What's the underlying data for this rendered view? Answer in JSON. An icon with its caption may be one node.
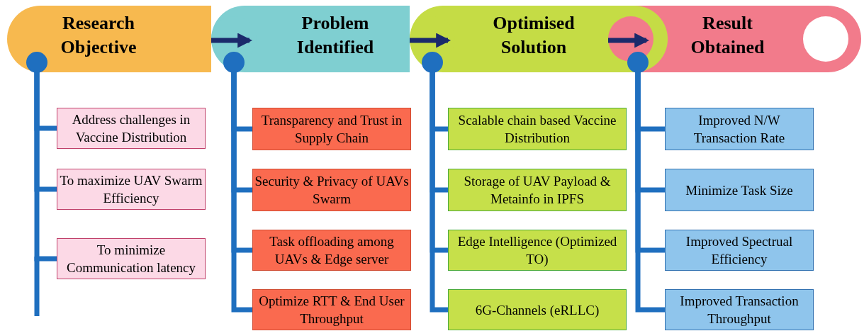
{
  "diagram": {
    "nodes": [
      {
        "text": [
          "Research Objective"
        ]
      },
      {
        "text": [
          "Address challenges in Vaccine Distribution"
        ]
      },
      {
        "text": [
          "To maximize UAV Swarm Efficiency"
        ]
      },
      {
        "text": [
          "To minimize Communication latency"
        ]
      },
      {
        "text": [
          "Problem Identified"
        ]
      },
      {
        "text": [
          "Transparency and Trust in Supply Chain"
        ]
      },
      {
        "text": [
          "Security & Privacy of UAVs Swarm"
        ]
      },
      {
        "text": [
          "Task offloading among UAVs & Edge server"
        ]
      },
      {
        "text": [
          "Optimize RTT & End User Throughput"
        ]
      },
      {
        "text": [
          "Optimised Solution"
        ]
      },
      {
        "text": [
          "Scalable chain based Vaccine Distribution"
        ]
      },
      {
        "text": [
          "Storage of UAV Payload & Metainfo in IPFS"
        ]
      },
      {
        "text": [
          "Edge Intelligence (Optimized TO)"
        ]
      },
      {
        "text": [
          "6G-Channels (eRLLC)"
        ]
      },
      {
        "text": [
          "Result Obtained"
        ]
      },
      {
        "text": [
          "Improved N/W Transaction Rate"
        ]
      },
      {
        "text": [
          "Minimize Task Size"
        ]
      },
      {
        "text": [
          "Improved Spectrual Efficiency"
        ]
      },
      {
        "text": [
          "Improved Transaction Throughput"
        ]
      }
    ],
    "edges": [
      {
        "from": 0,
        "to": 4,
        "arrow": "to",
        "color": "#1b2a6b"
      },
      {
        "from": 4,
        "to": 9,
        "arrow": "to",
        "color": "#1b2a6b"
      },
      {
        "from": 9,
        "to": 14,
        "arrow": "to",
        "color": "#1b2a6b"
      },
      {
        "from": 0,
        "to": 1,
        "arrow": "none"
      },
      {
        "from": 0,
        "to": 2,
        "arrow": "none"
      },
      {
        "from": 0,
        "to": 3,
        "arrow": "none"
      },
      {
        "from": 4,
        "to": 5,
        "arrow": "none"
      },
      {
        "from": 4,
        "to": 6,
        "arrow": "none"
      },
      {
        "from": 4,
        "to": 7,
        "arrow": "none"
      },
      {
        "from": 4,
        "to": 8,
        "arrow": "none"
      },
      {
        "from": 9,
        "to": 10,
        "arrow": "none"
      },
      {
        "from": 9,
        "to": 11,
        "arrow": "none"
      },
      {
        "from": 9,
        "to": 12,
        "arrow": "none"
      },
      {
        "from": 9,
        "to": 13,
        "arrow": "none"
      },
      {
        "from": 14,
        "to": 15,
        "arrow": "none"
      },
      {
        "from": 14,
        "to": 16,
        "arrow": "none"
      },
      {
        "from": 14,
        "to": 17,
        "arrow": "none"
      },
      {
        "from": 14,
        "to": 18,
        "arrow": "none"
      }
    ]
  }
}
